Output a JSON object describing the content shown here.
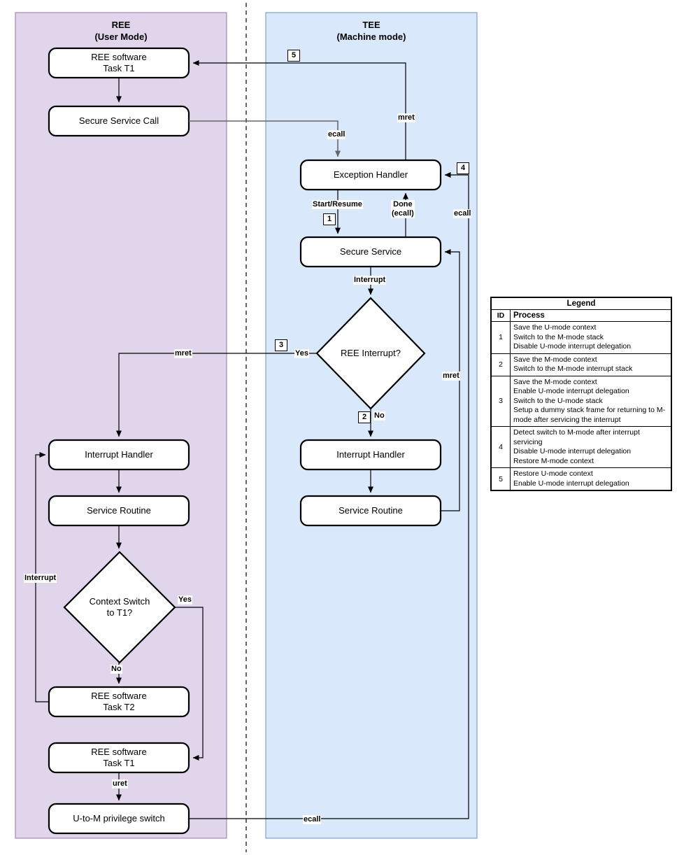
{
  "colors": {
    "ree_lane_fill": "#e1d5ec",
    "ree_lane_stroke": "#9673a6",
    "tee_lane_fill": "#dae8fc",
    "tee_lane_stroke": "#6c8ebf",
    "node_fill": "#ffffff",
    "node_stroke": "#000000",
    "edge_stroke": "#000000",
    "secure_call_edge_stroke": "#666666"
  },
  "lanes": {
    "ree": {
      "title": "REE",
      "subtitle": "(User Mode)"
    },
    "tee": {
      "title": "TEE",
      "subtitle": "(Machine mode)"
    }
  },
  "nodes": {
    "ree_task_t1_top": {
      "line1": "REE software",
      "line2": "Task T1"
    },
    "secure_service_call": {
      "line1": "Secure Service Call"
    },
    "exception_handler": {
      "line1": "Exception Handler"
    },
    "secure_service": {
      "line1": "Secure Service"
    },
    "ree_interrupt_decision": {
      "line1": "REE Interrupt?"
    },
    "tee_interrupt_handler": {
      "line1": "Interrupt Handler"
    },
    "tee_service_routine": {
      "line1": "Service Routine"
    },
    "ree_interrupt_handler": {
      "line1": "Interrupt Handler"
    },
    "ree_service_routine": {
      "line1": "Service Routine"
    },
    "context_switch_decision": {
      "line1": "Context Switch",
      "line2": "to T1?"
    },
    "ree_task_t2": {
      "line1": "REE software",
      "line2": "Task T2"
    },
    "ree_task_t1_bottom": {
      "line1": "REE software",
      "line2": "Task T1"
    },
    "u_to_m_switch": {
      "line1": "U-to-M privilege switch"
    }
  },
  "edge_labels": {
    "step5": "5",
    "step4": "4",
    "step3": "3",
    "step2": "2",
    "step1": "1",
    "ecall_top": "ecall",
    "mret_top": "mret",
    "start_resume": "Start/Resume",
    "done_line1": "Done",
    "done_line2": "(ecall)",
    "ecall_right": "ecall",
    "interrupt_tee": "Interrupt",
    "yes_ree_interrupt": "Yes",
    "no_ree_interrupt": "No",
    "mret_left": "mret",
    "mret_right": "mret",
    "interrupt_ree": "Interrupt",
    "yes_context_switch": "Yes",
    "no_context_switch": "No",
    "uret": "uret",
    "ecall_bottom": "ecall"
  },
  "legend": {
    "title": "Legend",
    "columns": [
      "ID",
      "Process"
    ],
    "rows": [
      {
        "id": "1",
        "steps": [
          "Save the U-mode context",
          "Switch to the M-mode stack",
          "Disable U-mode interrupt delegation"
        ]
      },
      {
        "id": "2",
        "steps": [
          "Save the M-mode context",
          "Switch to the M-mode interrupt stack"
        ]
      },
      {
        "id": "3",
        "steps": [
          "Save the M-mode context",
          "Enable U-mode interrupt delegation",
          "Switch to the U-mode stack",
          "Setup a dummy stack frame for returning to M-mode after servicing the interrupt"
        ]
      },
      {
        "id": "4",
        "steps": [
          "Detect switch to M-mode after interrupt servicing",
          "Disable U-mode interrupt delegation",
          "Restore M-mode context"
        ]
      },
      {
        "id": "5",
        "steps": [
          "Restore U-mode context",
          "Enable U-mode interrupt delegation"
        ]
      }
    ]
  }
}
